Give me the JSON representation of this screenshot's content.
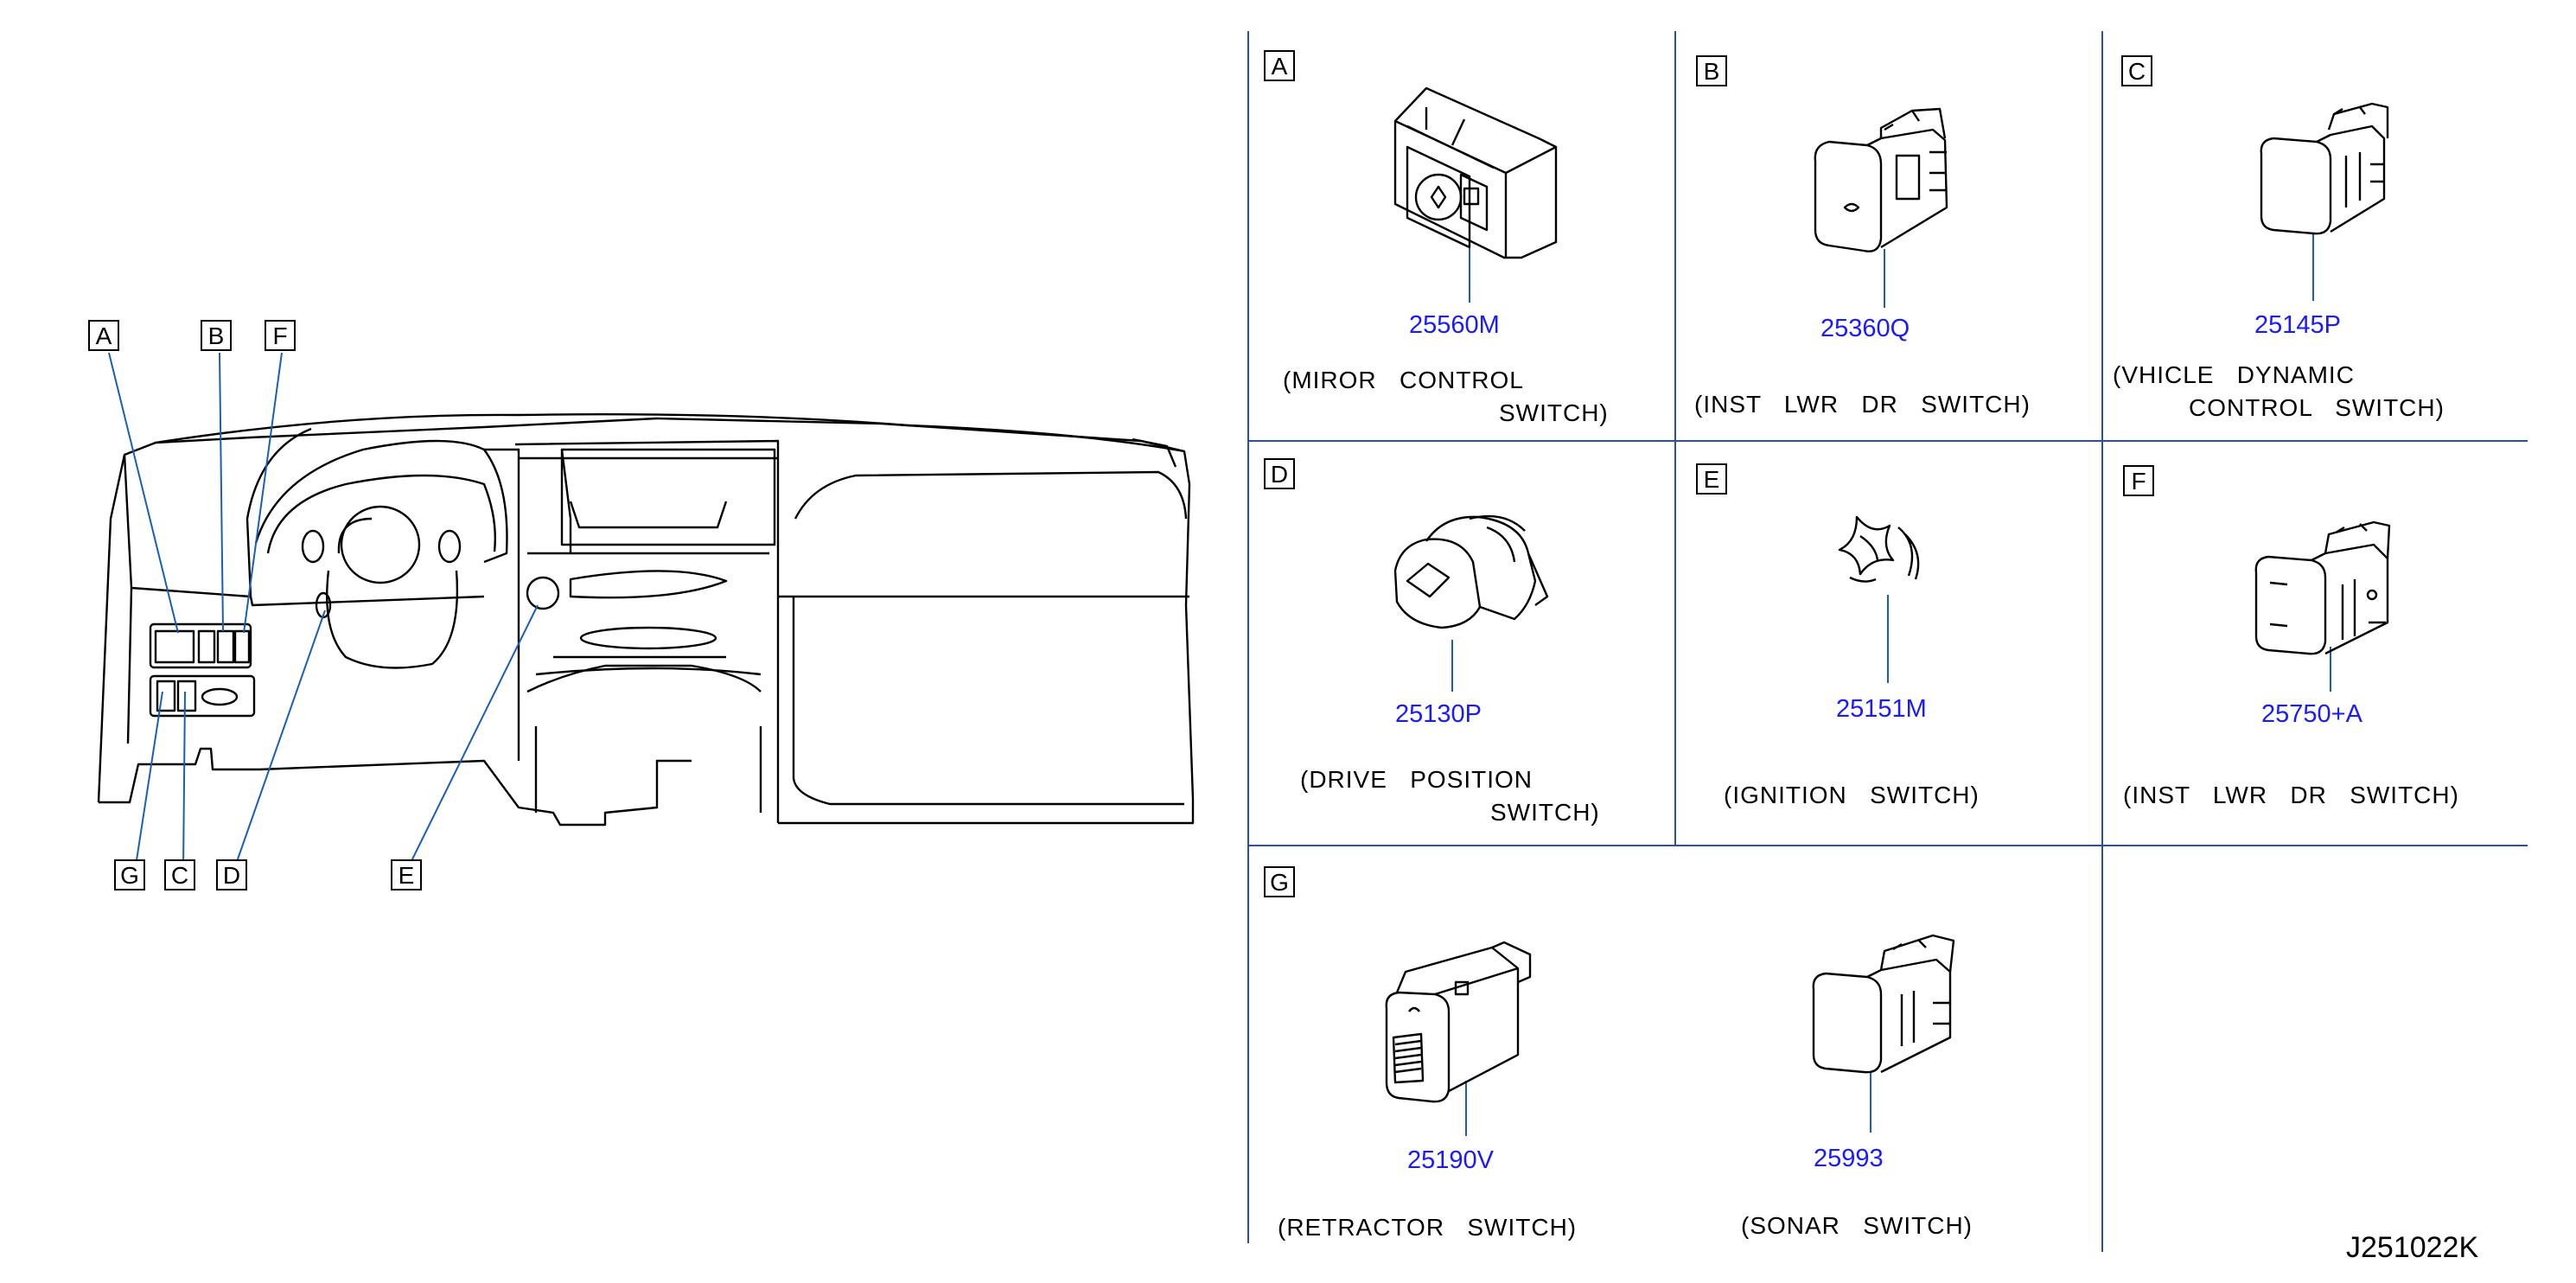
{
  "overview": {
    "callouts": [
      "A",
      "B",
      "F",
      "G",
      "C",
      "D",
      "E"
    ]
  },
  "cells": {
    "A": {
      "letter": "A",
      "part": "25560M",
      "desc1": "(MIROR   CONTROL",
      "desc2": "SWITCH)"
    },
    "B": {
      "letter": "B",
      "part": "25360Q",
      "desc1": "(INST   LWR   DR   SWITCH)",
      "desc2": ""
    },
    "C": {
      "letter": "C",
      "part": "25145P",
      "desc1": "(VHICLE   DYNAMIC",
      "desc2": "CONTROL   SWITCH)"
    },
    "D": {
      "letter": "D",
      "part": "25130P",
      "desc1": "(DRIVE   POSITION",
      "desc2": "SWITCH)"
    },
    "E": {
      "letter": "E",
      "part": "25151M",
      "desc1": "(IGNITION   SWITCH)",
      "desc2": ""
    },
    "F": {
      "letter": "F",
      "part": "25750+A",
      "desc1": "(INST   LWR   DR   SWITCH)",
      "desc2": ""
    },
    "G": {
      "letter": "G",
      "part1": "25190V",
      "desc1": "(RETRACTOR   SWITCH)",
      "part2": "25993",
      "desc2": "(SONAR   SWITCH)"
    }
  },
  "diagram_id": "J251022K",
  "colors": {
    "part_number": "#1a1aff",
    "grid_line": "#2a4fa8",
    "line": "#000000"
  }
}
